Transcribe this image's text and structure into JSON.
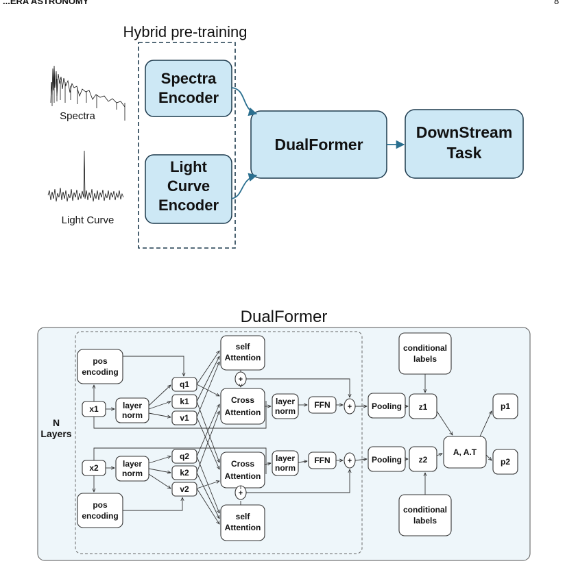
{
  "header": {
    "left": "...ERA ASTRONOMY",
    "page_number": "8"
  },
  "top": {
    "title": "Hybrid pre-training",
    "spectra_label": "Spectra",
    "lightcurve_label": "Light Curve",
    "spectra_encoder": [
      "Spectra",
      "Encoder"
    ],
    "lightcurve_encoder": [
      "Light",
      "Curve",
      "Encoder"
    ],
    "dualformer": "DualFormer",
    "downstream": [
      "DownStream",
      "Task"
    ]
  },
  "bottom": {
    "title": "DualFormer",
    "n_layers": [
      "N",
      "Layers"
    ],
    "pos_encoding": [
      "pos",
      "encoding"
    ],
    "x1": "x1",
    "x2": "x2",
    "layer_norm": [
      "layer",
      "norm"
    ],
    "q1": "q1",
    "k1": "k1",
    "v1": "v1",
    "q2": "q2",
    "k2": "k2",
    "v2": "v2",
    "self_attention": [
      "self",
      "Attention"
    ],
    "cross_attention": [
      "Cross",
      "Attention"
    ],
    "plus": "+",
    "ffn": "FFN",
    "pooling": "Pooling",
    "z1": "z1",
    "z2": "z2",
    "conditional_labels": [
      "conditional",
      "labels"
    ],
    "aat": "A, A.T",
    "p1": "p1",
    "p2": "p2"
  },
  "colors": {
    "box_fill": "#cde8f5",
    "panel_fill": "#eef6fa",
    "arrow": "#2a6f8f"
  }
}
